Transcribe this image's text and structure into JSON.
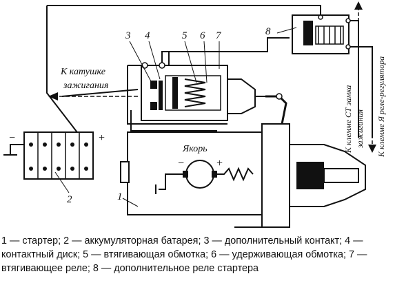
{
  "labels": {
    "n1": "1",
    "n2": "2",
    "n3": "3",
    "n4": "4",
    "n5": "5",
    "n6": "6",
    "n7": "7",
    "n8": "8",
    "coil_line1": "К катушке",
    "coil_line2": "зажигания",
    "anchor": "Якорь",
    "minus": "−",
    "plus": "+",
    "st_line1": "К клемме СТ замка",
    "st_line2": "зажигания",
    "ya": "К клемме Я реле-регулятора"
  },
  "caption": "1 — стартер; 2 — аккумуляторная батарея; 3 — дополнительный контакт; 4 — контактный диск; 5 — втягивающая обмотка; 6 — удерживающая обмотка; 7 — втягивающее реле; 8 — дополнительное реле стартера"
}
